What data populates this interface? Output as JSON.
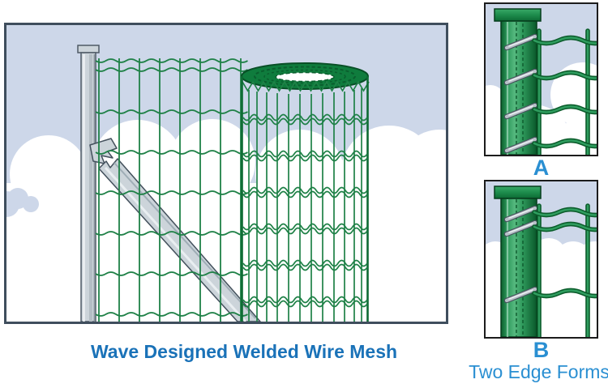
{
  "illustration": {
    "caption": "Wave Designed Welded Wire Mesh"
  },
  "edge_forms": {
    "caption": "Two Edge Forms",
    "items": [
      {
        "label": "A"
      },
      {
        "label": "B"
      }
    ]
  },
  "colors": {
    "caption_blue": "#1a72b8",
    "label_blue": "#2a8fd2",
    "mesh_green": "#1f8147",
    "wire_outline_green": "#0b5c2b",
    "wire_highlight_green": "#2f9d5f",
    "sky_blue": "#cdd7e9",
    "cloud_white": "#ffffff",
    "steel_gray": "#ccd4da",
    "panel_border_dark": "#3f4e5d",
    "detail_border": "#1c1c1c"
  }
}
